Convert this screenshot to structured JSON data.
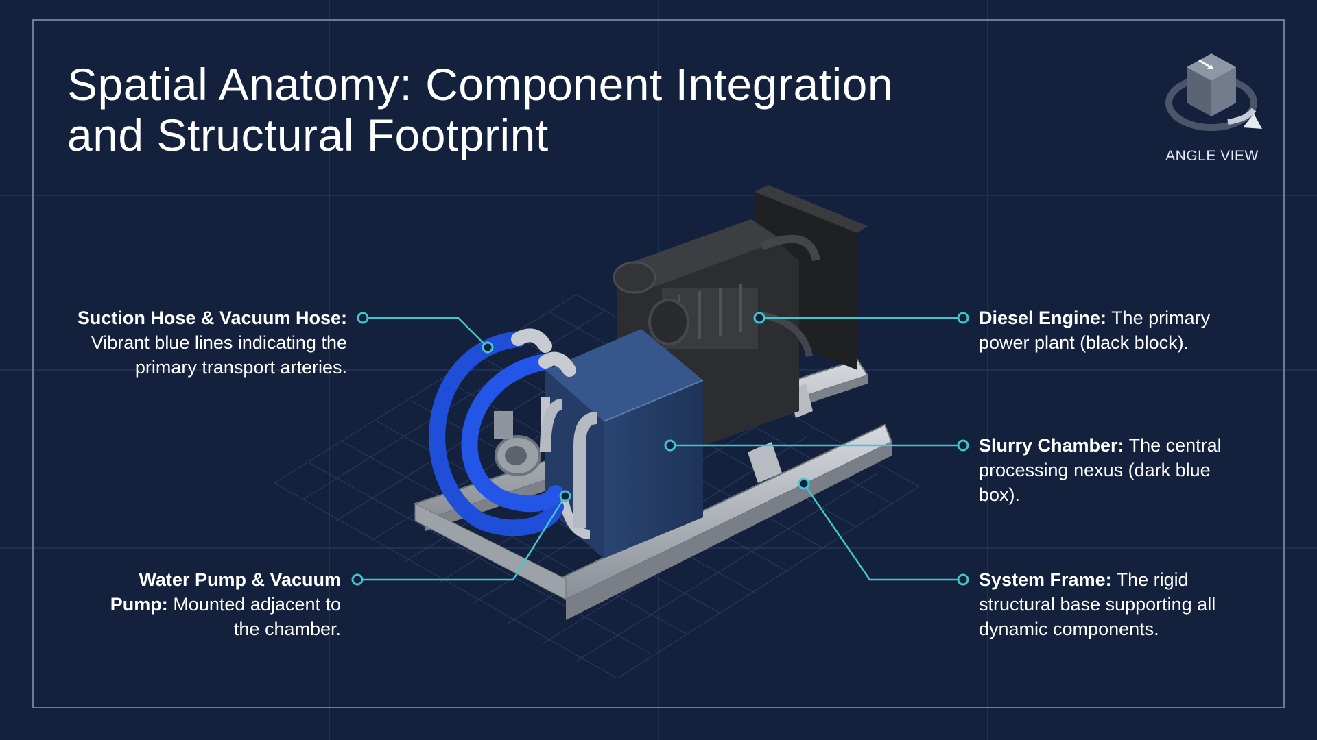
{
  "title": {
    "line1": "Spatial Anatomy: Component Integration",
    "line2": "and Structural Footprint"
  },
  "angle_view": {
    "label": "ANGLE VIEW",
    "icon": "isometric-cube-rotate-icon"
  },
  "colors": {
    "background": "#13213d",
    "callout_line": "#3fc6cf",
    "hose_blue": "#1f4fd8",
    "chamber_blue": "#2a4878",
    "engine_black": "#2a2b2e",
    "frame_steel": "#a9adb4"
  },
  "callouts": [
    {
      "name": "Suction Hose & Vacuum Hose:",
      "description_line1": "Vibrant blue lines indicating the",
      "description_line2": "primary transport arteries."
    },
    {
      "name": "Water Pump & Vacuum",
      "name_line2": "Pump:",
      "description_line1": "Mounted adjacent to",
      "description_line2": "the chamber."
    },
    {
      "name": "Diesel Engine:",
      "description_line1": "The primary",
      "description_line2": "power plant (black block)."
    },
    {
      "name": "Slurry Chamber:",
      "description_line1": "The central",
      "description_line2": "processing nexus (dark blue",
      "description_line3": "box)."
    },
    {
      "name": "System Frame:",
      "description_line1": "The rigid",
      "description_line2": "structural base supporting all",
      "description_line3": "dynamic components."
    }
  ]
}
